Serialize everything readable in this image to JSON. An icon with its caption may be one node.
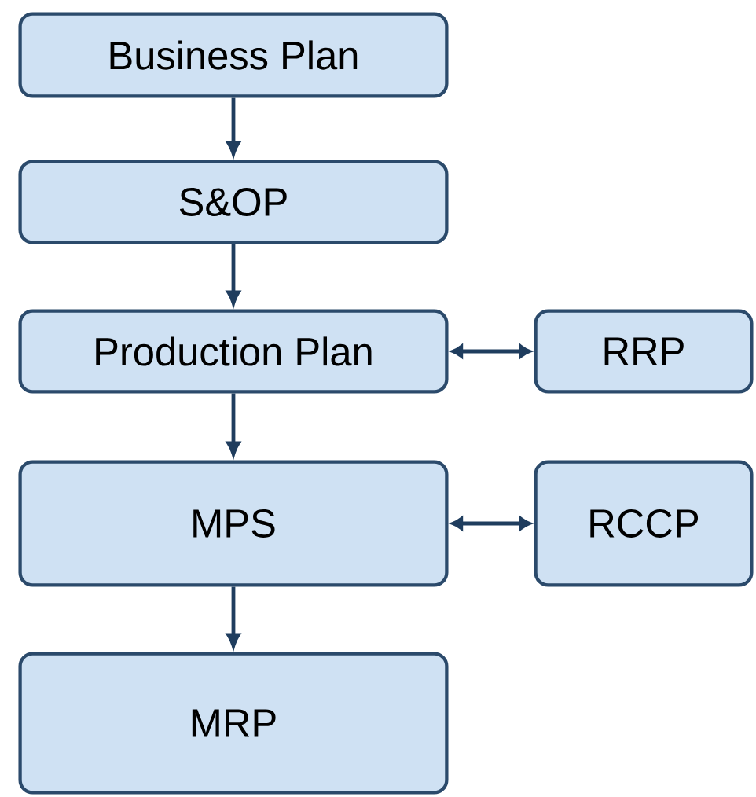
{
  "diagram": {
    "nodes": [
      {
        "text": [
          "Business Plan"
        ]
      },
      {
        "text": [
          "S&OP"
        ]
      },
      {
        "text": [
          "Production Plan"
        ]
      },
      {
        "text": [
          "RRP"
        ]
      },
      {
        "text": [
          "MPS"
        ]
      },
      {
        "text": [
          "RCCP"
        ]
      },
      {
        "text": [
          "MRP"
        ]
      }
    ],
    "edges": [
      {
        "from": 0,
        "to": 1,
        "arrow": "to"
      },
      {
        "from": 1,
        "to": 2,
        "arrow": "to"
      },
      {
        "from": 2,
        "to": 3,
        "arrow": "both"
      },
      {
        "from": 2,
        "to": 4,
        "arrow": "to"
      },
      {
        "from": 4,
        "to": 5,
        "arrow": "both"
      },
      {
        "from": 4,
        "to": 6,
        "arrow": "to"
      }
    ]
  }
}
